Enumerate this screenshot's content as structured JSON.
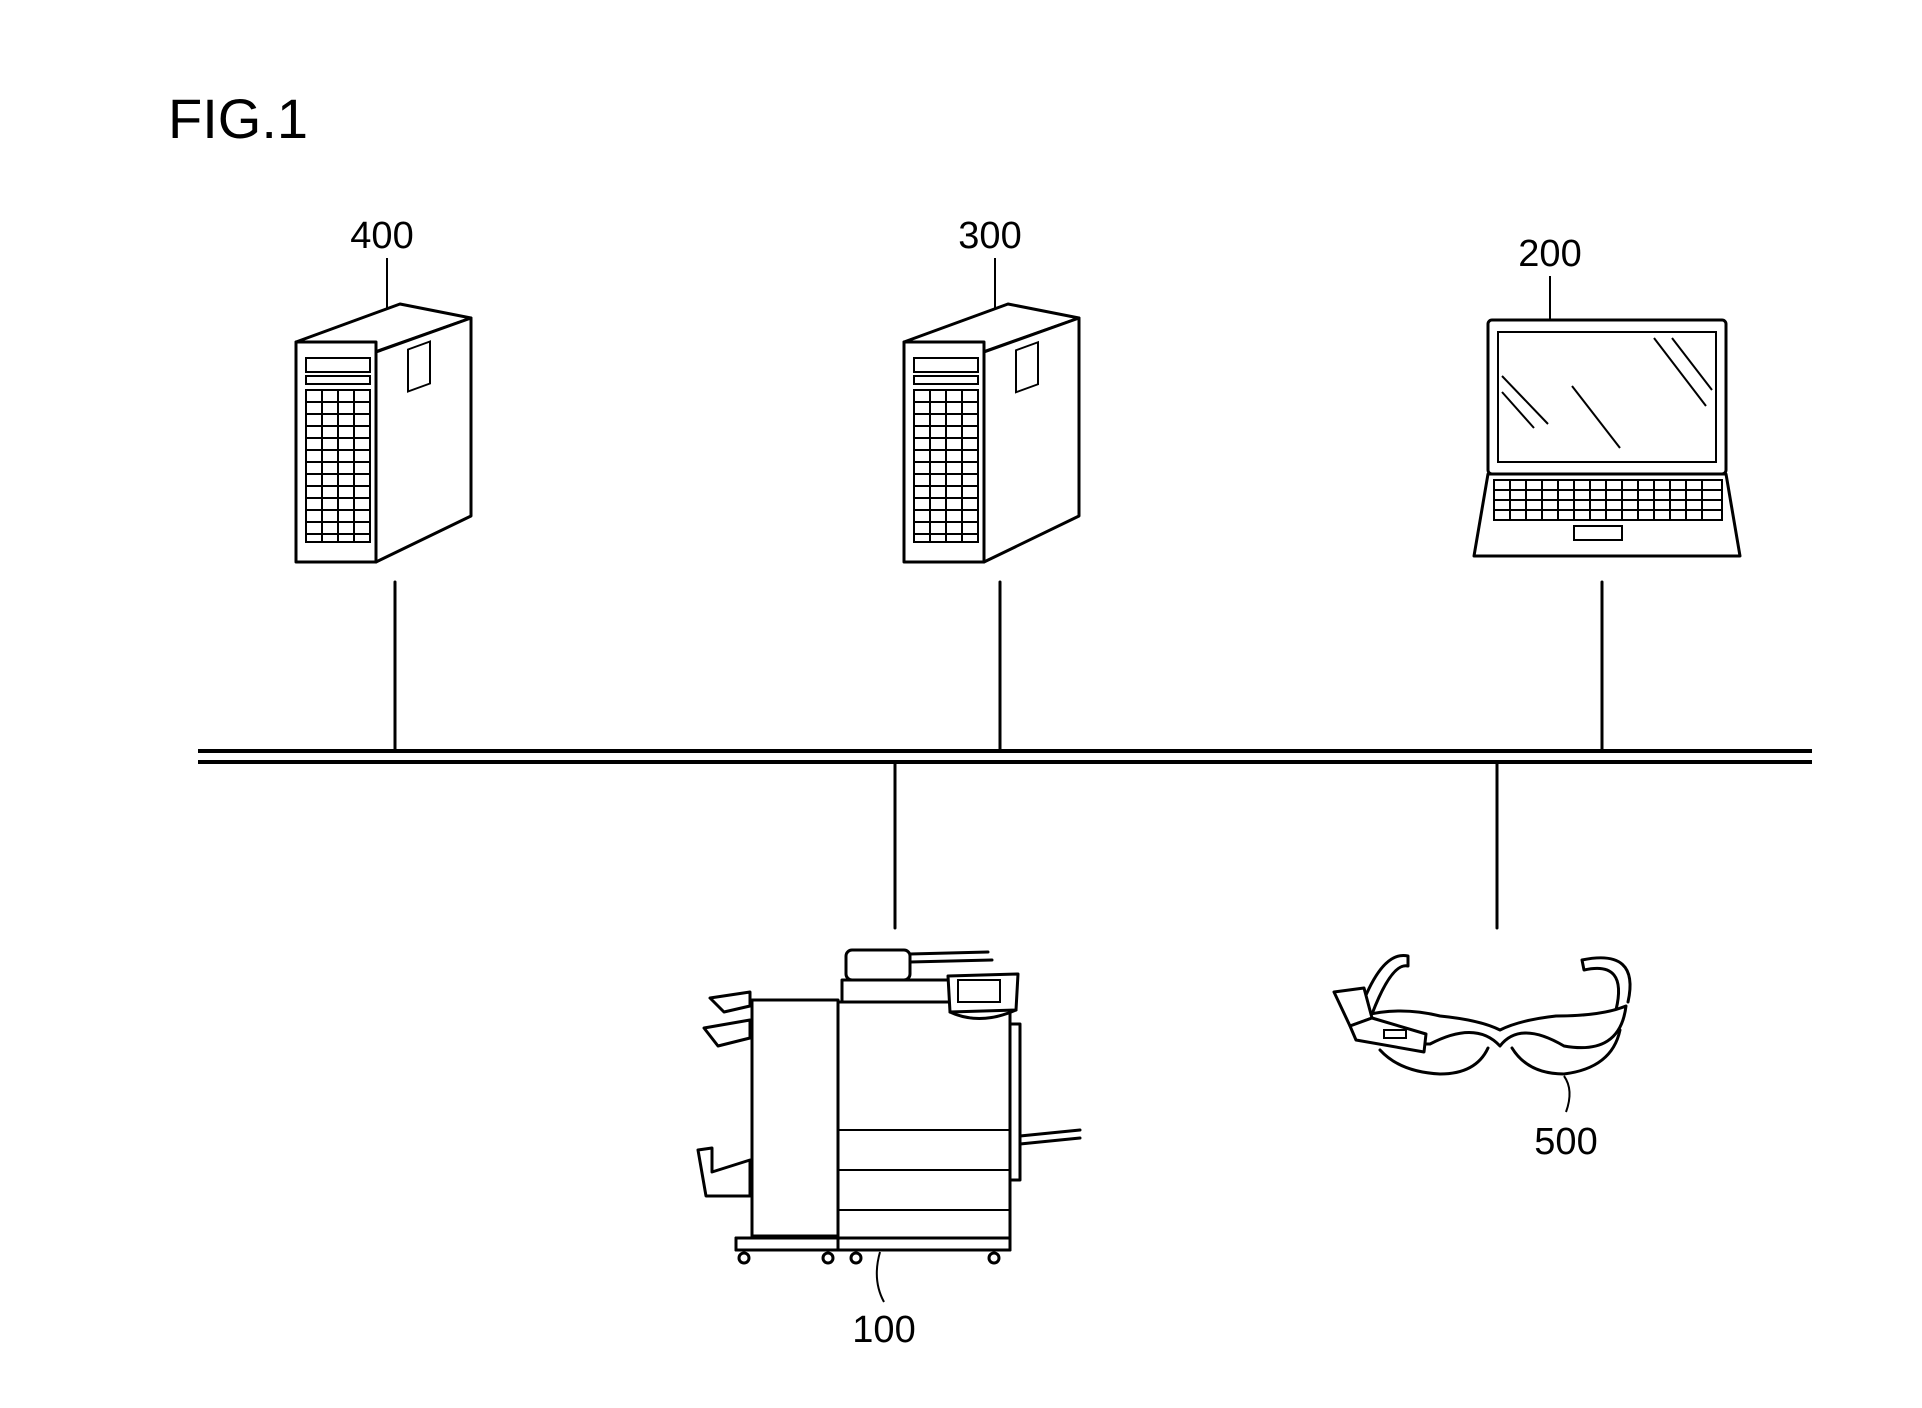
{
  "figure_title": "FIG.1",
  "devices": [
    {
      "id": "server-400",
      "label": "400",
      "type": "server"
    },
    {
      "id": "server-300",
      "label": "300",
      "type": "server"
    },
    {
      "id": "laptop-200",
      "label": "200",
      "type": "laptop"
    },
    {
      "id": "printer-100",
      "label": "100",
      "type": "multifunction-printer"
    },
    {
      "id": "glasses-500",
      "label": "500",
      "type": "wearable-glasses"
    }
  ]
}
